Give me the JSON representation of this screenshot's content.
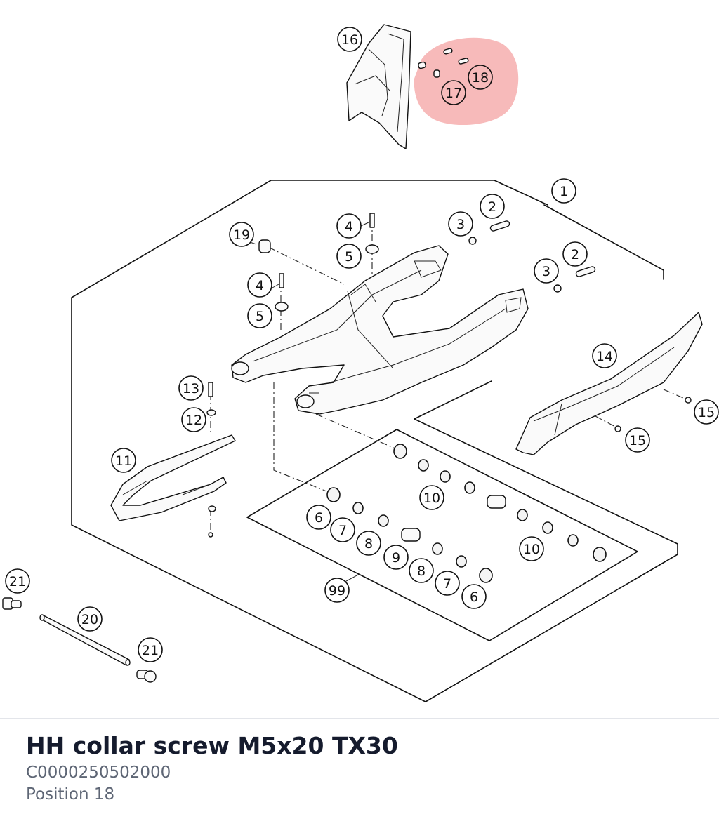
{
  "diagram": {
    "highlight_color": "#f28c8c",
    "highlighted_position": "18",
    "callouts": [
      "16",
      "17",
      "18",
      "1",
      "2",
      "3",
      "2",
      "3",
      "19",
      "4",
      "5",
      "4",
      "5",
      "14",
      "15",
      "15",
      "13",
      "12",
      "11",
      "10",
      "6",
      "7",
      "8",
      "9",
      "8",
      "7",
      "6",
      "10",
      "99",
      "21",
      "20",
      "21"
    ]
  },
  "part": {
    "name": "HH collar screw M5x20 TX30",
    "number": "C0000250502000",
    "position": "Position 18"
  }
}
